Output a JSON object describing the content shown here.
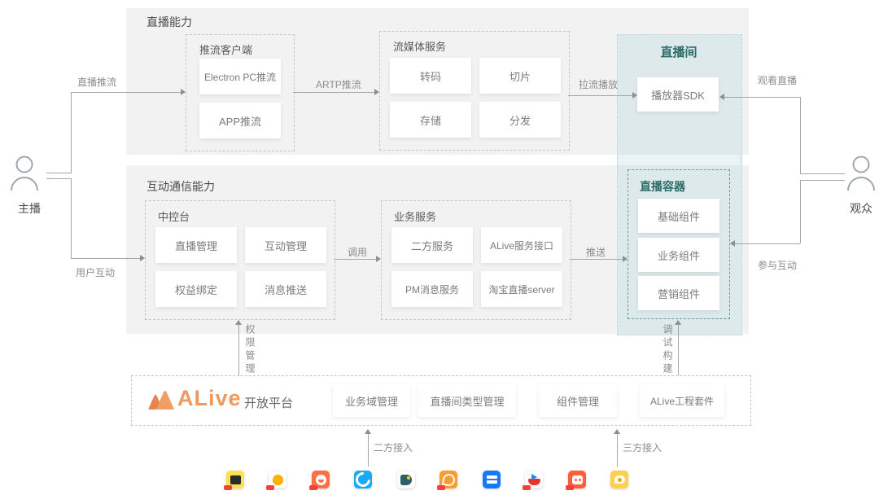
{
  "stage1": {
    "title": "直播能力",
    "push_client": {
      "title": "推流客户端",
      "items": [
        "Electron PC推流",
        "APP推流"
      ]
    },
    "media": {
      "title": "流媒体服务",
      "items": [
        "转码",
        "切片",
        "存储",
        "分发"
      ]
    },
    "live_room": {
      "title": "直播间",
      "sdk": "播放器SDK"
    }
  },
  "stage2": {
    "title": "互动通信能力",
    "console": {
      "title": "中控台",
      "items": [
        "直播管理",
        "互动管理",
        "权益绑定",
        "消息推送"
      ]
    },
    "biz": {
      "title": "业务服务",
      "items": [
        "二方服务",
        "ALive服务接口",
        "PM消息服务",
        "淘宝直播server"
      ]
    },
    "container": {
      "title": "直播容器",
      "items": [
        "基础组件",
        "业务组件",
        "营销组件"
      ]
    }
  },
  "platform": {
    "logo_text": "ALive",
    "subtitle": "开放平台",
    "items": [
      "业务域管理",
      "直播间类型管理",
      "组件管理",
      "ALive工程套件"
    ]
  },
  "actors": {
    "left_label": "主播",
    "right_label": "观众"
  },
  "edges": {
    "live_push": "直播推流",
    "artp": "ARTP推流",
    "pull_play": "拉流播放",
    "watch": "观看直播",
    "user_interact": "用户互动",
    "invoke": "调用",
    "push_msg": "推送",
    "join_interact": "参与互动",
    "perm": "权限管理",
    "debug_build": "调试构建",
    "second_party": "二方接入",
    "third_party": "三方接入"
  },
  "apps": [
    {
      "name": "xianyu-app",
      "bg": "#ffe14d"
    },
    {
      "name": "duck-app",
      "bg": "#fdfdfd"
    },
    {
      "name": "smiley-app",
      "bg": "#ff6f43"
    },
    {
      "name": "eleme-app",
      "bg": "#1ba9f5"
    },
    {
      "name": "teal-app",
      "bg": "#fdfdfd"
    },
    {
      "name": "squirrel-app",
      "bg": "#ff9a2e"
    },
    {
      "name": "alipay-app",
      "bg": "#1677ff"
    },
    {
      "name": "taobaolive-app",
      "bg": "#fdfdfd"
    },
    {
      "name": "tmall-genie-app",
      "bg": "#ff5e3a"
    },
    {
      "name": "weibo-app",
      "bg": "#ffcf4d"
    }
  ],
  "colors": {
    "stage_bg": "#f2f2f2",
    "highlight_bg": "#dde9eb",
    "teal_title": "#2c6b67",
    "logo_orange": "#ec9a5e",
    "line_gray": "#a6a6a6"
  }
}
